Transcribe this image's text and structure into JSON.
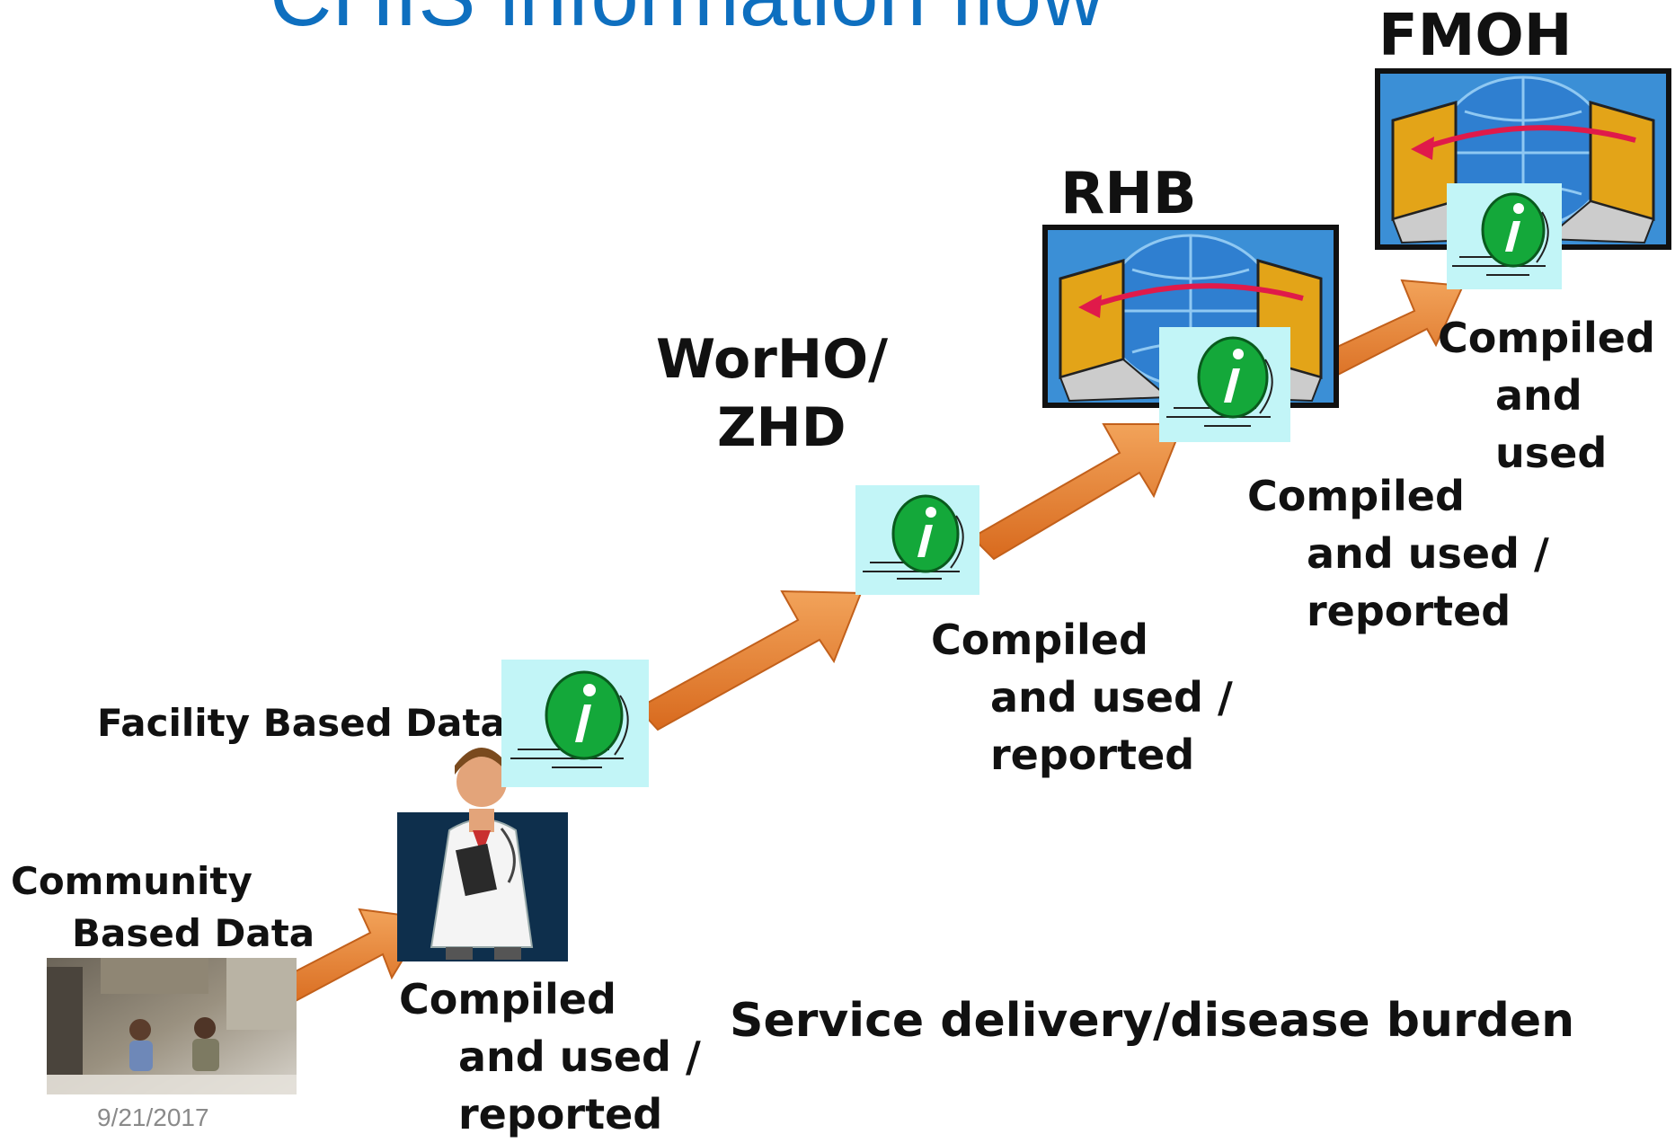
{
  "title": "CHIS information flow",
  "levels": {
    "fmoh": "FMOH",
    "rhb": "RHB",
    "worho_line1": "WorHO/",
    "worho_line2": "ZHD"
  },
  "labels": {
    "facility": "Facility Based Data",
    "community_line1": "Community",
    "community_line2": "Based Data",
    "compiled_facility": [
      "Compiled",
      "and used /",
      "reported"
    ],
    "compiled_worho": [
      "Compiled",
      "and used /",
      "reported"
    ],
    "compiled_rhb": [
      "Compiled",
      "and used /",
      "reported"
    ],
    "compiled_fmoh": [
      "Compiled",
      "and",
      "used"
    ]
  },
  "footer": "Service delivery/disease burden",
  "date": "9/21/2017",
  "icons": [
    "info-icon",
    "doctor-icon",
    "computer-network-icon",
    "community-photo",
    "arrow-icon"
  ],
  "colors": {
    "title": "#0e6fbf",
    "arrow": "#e8873a",
    "info_bg": "#c2f5f7",
    "info_green": "#14a83a"
  }
}
